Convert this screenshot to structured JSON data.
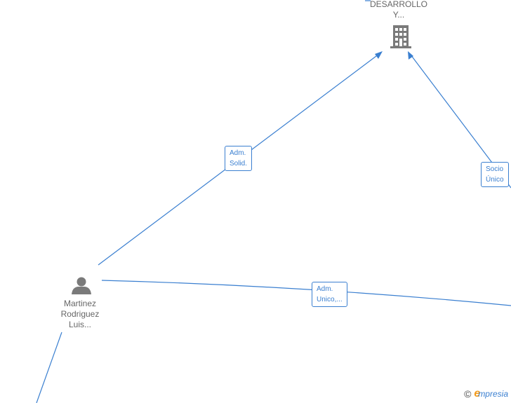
{
  "nodes": {
    "company": {
      "label_lines": [
        "DESARROLLO",
        "Y..."
      ],
      "icon": "building-icon"
    },
    "person": {
      "label_lines": [
        "Martinez",
        "Rodriguez",
        "Luis..."
      ],
      "icon": "person-icon"
    }
  },
  "edges": {
    "adm_solid": {
      "label_lines": [
        "Adm.",
        "Solid."
      ]
    },
    "socio_unico": {
      "label_lines": [
        "Socio",
        "Único"
      ]
    },
    "adm_unico": {
      "label_lines": [
        "Adm.",
        "Unico,..."
      ]
    }
  },
  "footer": {
    "copyright_symbol": "©",
    "brand_initial": "e",
    "brand_rest": "mpresia"
  },
  "colors": {
    "edge": "#3a7fd0",
    "node_icon": "#7a7a7a",
    "brand_accent": "#f29a1b"
  }
}
